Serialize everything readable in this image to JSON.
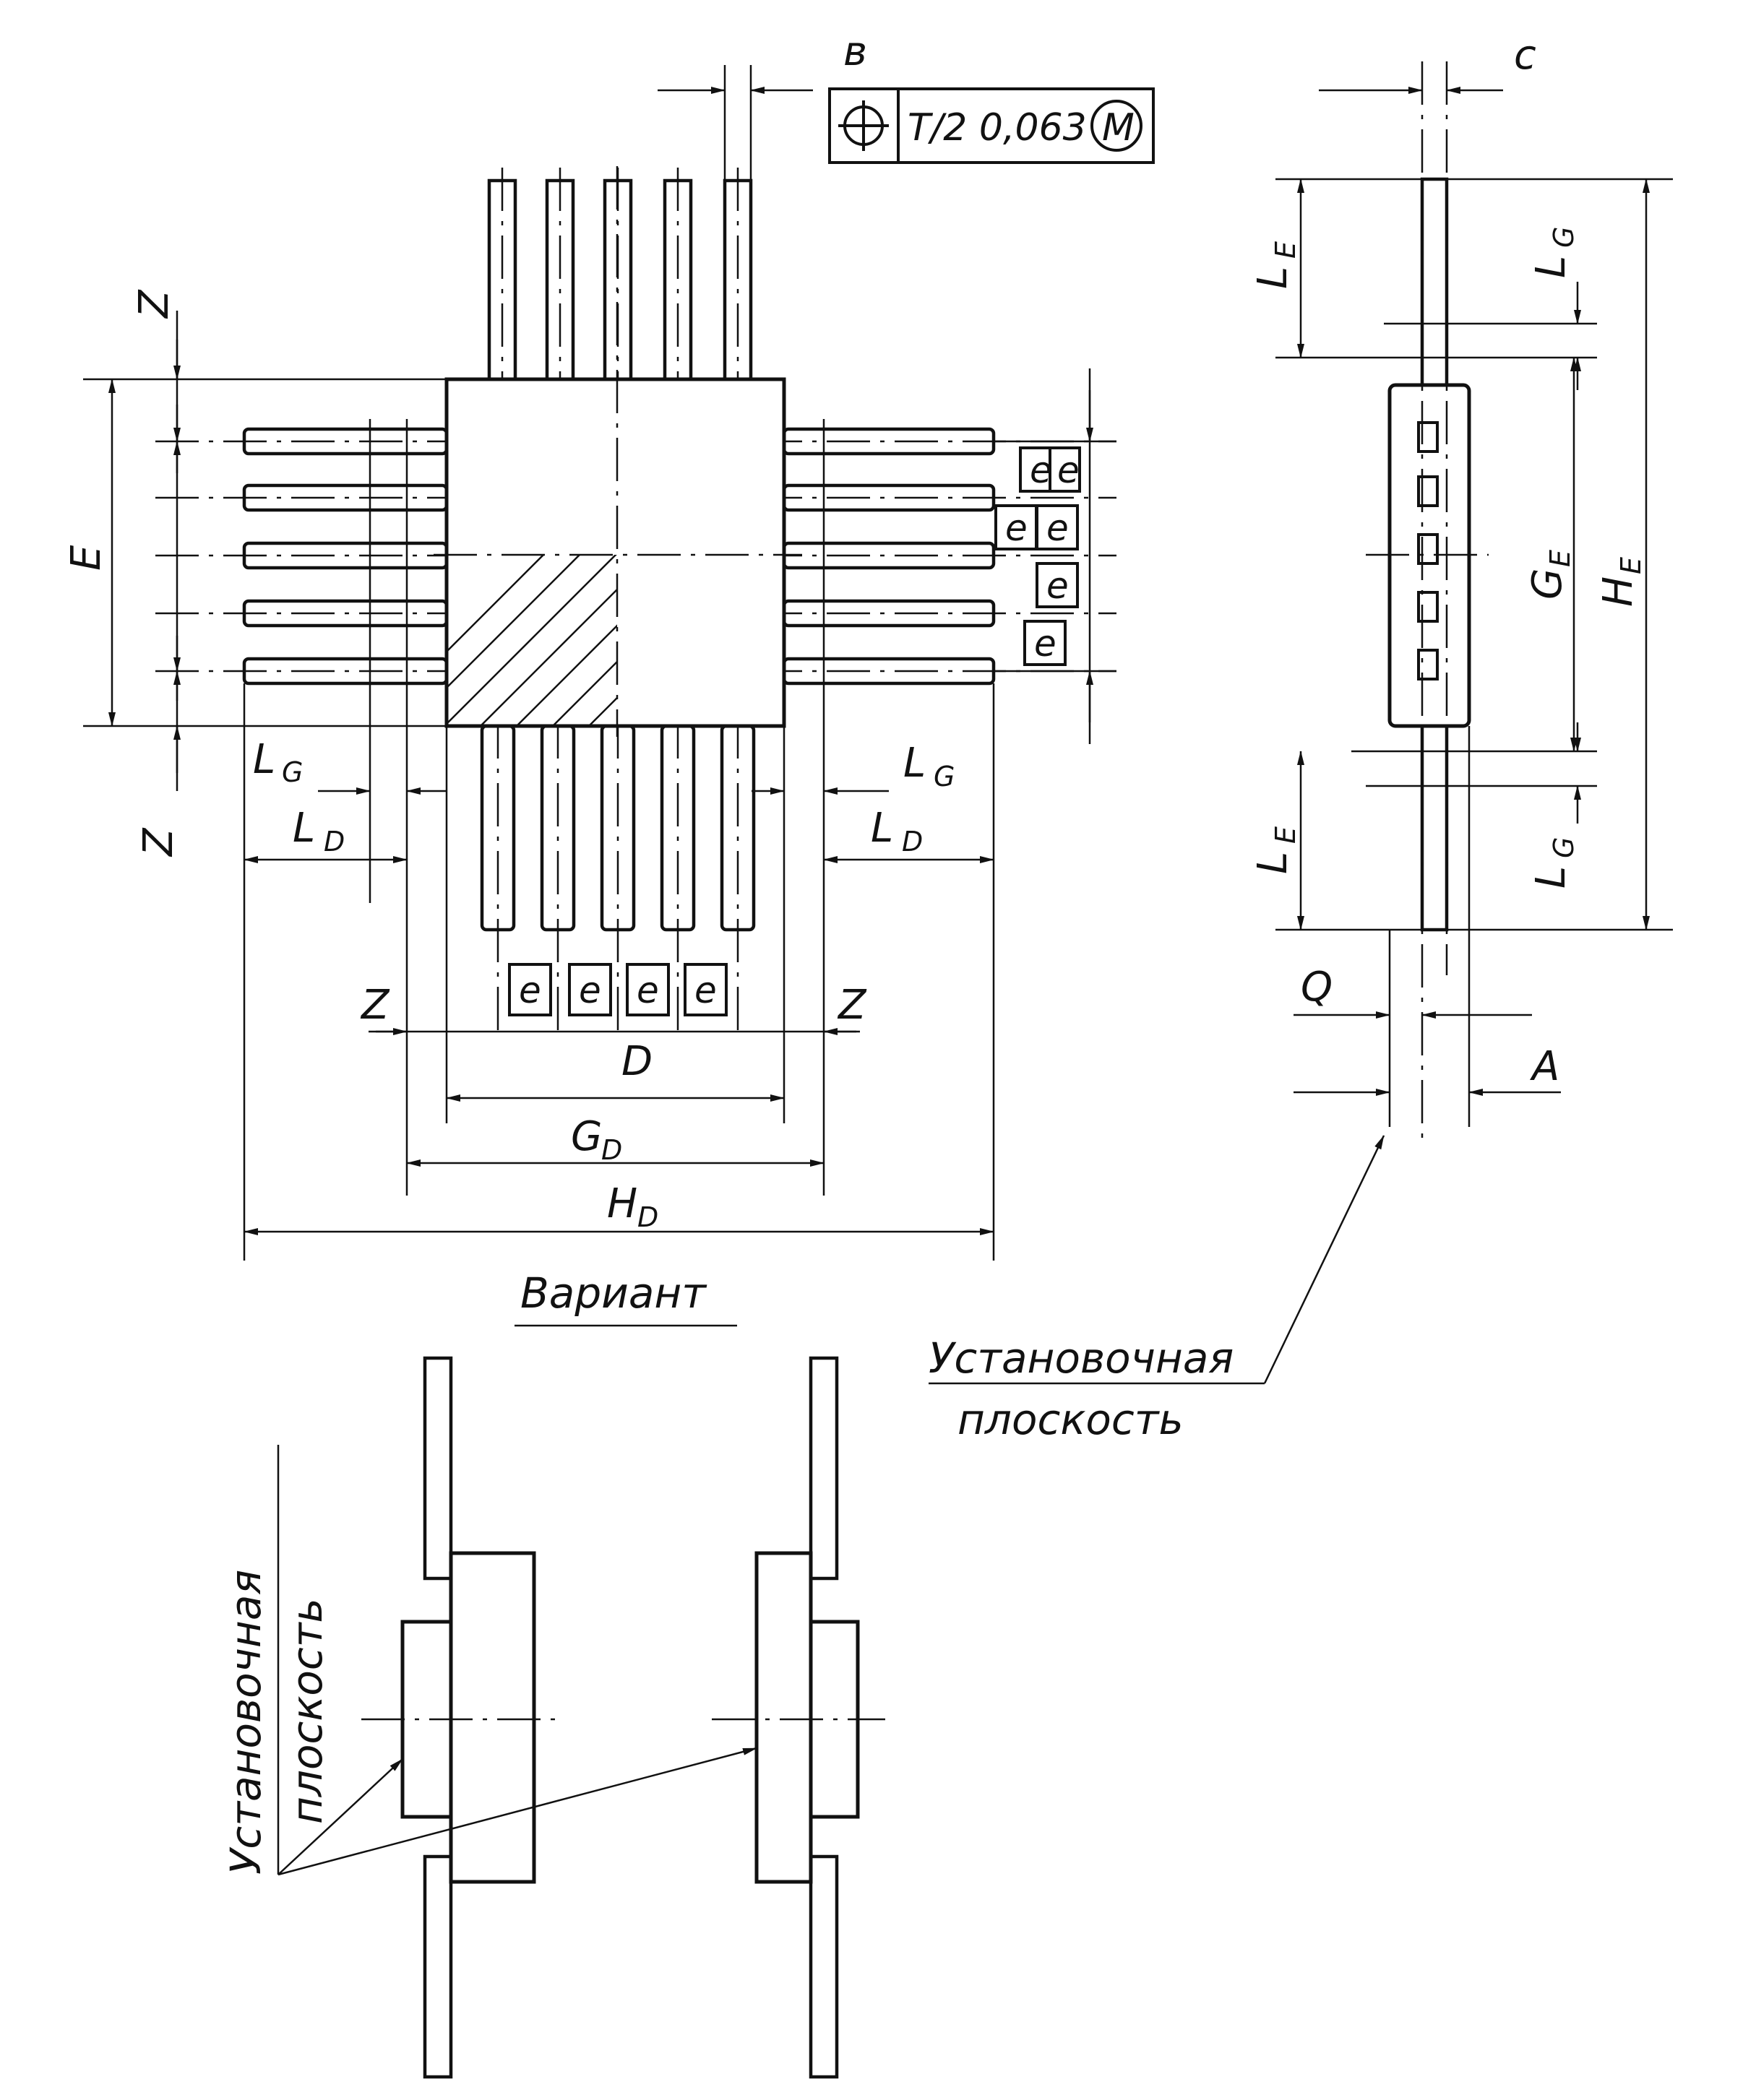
{
  "labels": {
    "b": "в",
    "c": "с",
    "tolerance": "T/2 0,063",
    "modifier": "M",
    "E": "E",
    "Z": "Z",
    "L": "L",
    "G": "G",
    "D": "D",
    "e": "e",
    "H": "H",
    "Q": "Q",
    "A": "A",
    "E_sub": "E",
    "G_sub": "G",
    "D_sub": "D"
  },
  "captions": {
    "variant": "Вариант",
    "mounting_plane_line1": "Установочная",
    "mounting_plane_line2": "плоскость"
  }
}
